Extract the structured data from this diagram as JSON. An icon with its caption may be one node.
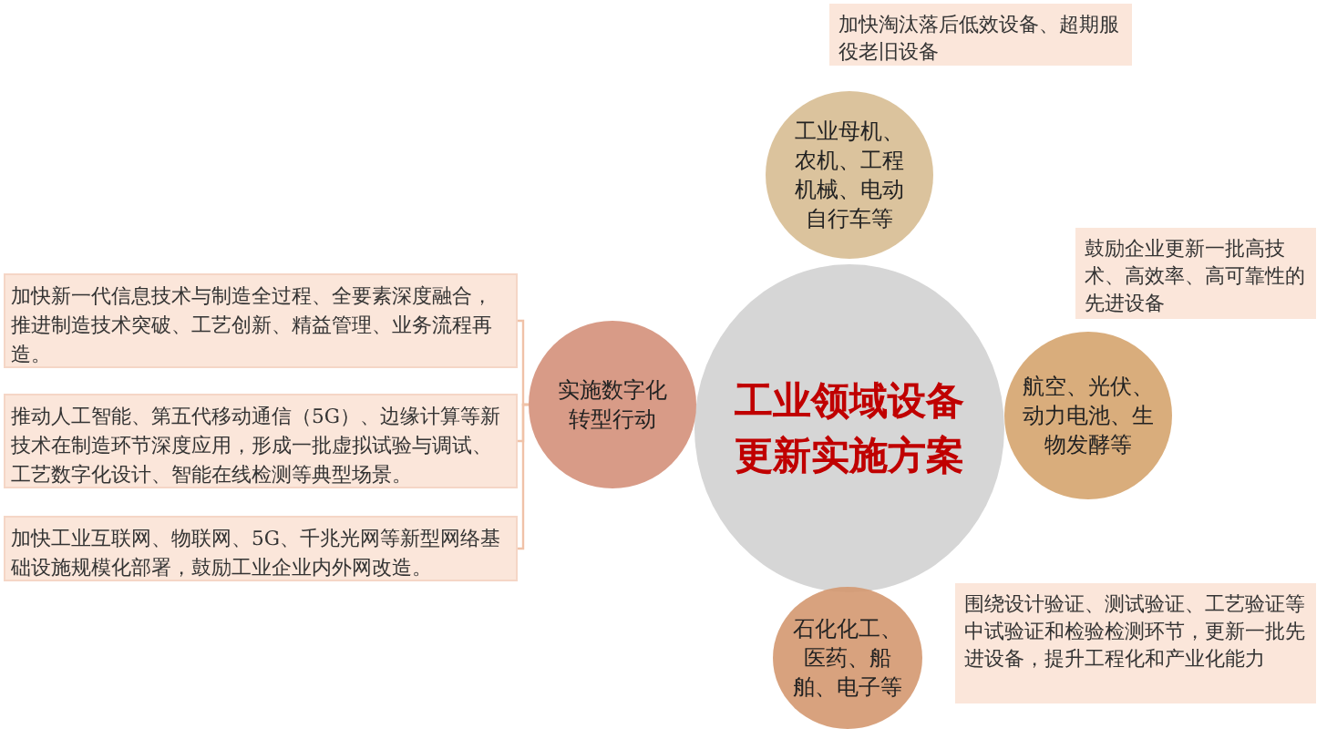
{
  "diagram": {
    "nodes": [
      {
        "text": [
          "工业领域设备更新实施方案"
        ]
      },
      {
        "text": [
          "工业母机、农机、工程机械、电动自行车等"
        ]
      },
      {
        "text": [
          "航空、光伏、动力电池、生物发酵等"
        ]
      },
      {
        "text": [
          "石化化工、医药、船舶、电子等"
        ]
      },
      {
        "text": [
          "实施数字化转型行动"
        ]
      },
      {
        "text": [
          "加快淘汰落后低效设备、超期服役老旧设备"
        ]
      },
      {
        "text": [
          "鼓励企业更新一批高技术、高效率、高可靠性的先进设备"
        ]
      },
      {
        "text": [
          "围绕设计验证、测试验证、工艺验证等中试验证和检验检测环节，更新一批先进设备，提升工程化和产业化能力"
        ]
      },
      {
        "text": [
          "加快新一代信息技术与制造全过程、全要素深度融合，推进制造技术突破、工艺创新、精益管理、业务流程再造。"
        ]
      },
      {
        "text": [
          "推动人工智能、第五代移动通信（5G）、边缘计算等新技术在制造环节深度应用，形成一批虚拟试验与调试、工艺数字化设计、智能在线检测等典型场景。"
        ]
      },
      {
        "text": [
          "加快工业互联网、物联网、5G、千兆光网等新型网络基础设施规模化部署，鼓励工业企业内外网改造。"
        ]
      }
    ],
    "edges": [
      {
        "from": 8,
        "to": 4,
        "arrow": "none"
      },
      {
        "from": 9,
        "to": 4,
        "arrow": "none"
      },
      {
        "from": 10,
        "to": 4,
        "arrow": "none"
      }
    ]
  }
}
